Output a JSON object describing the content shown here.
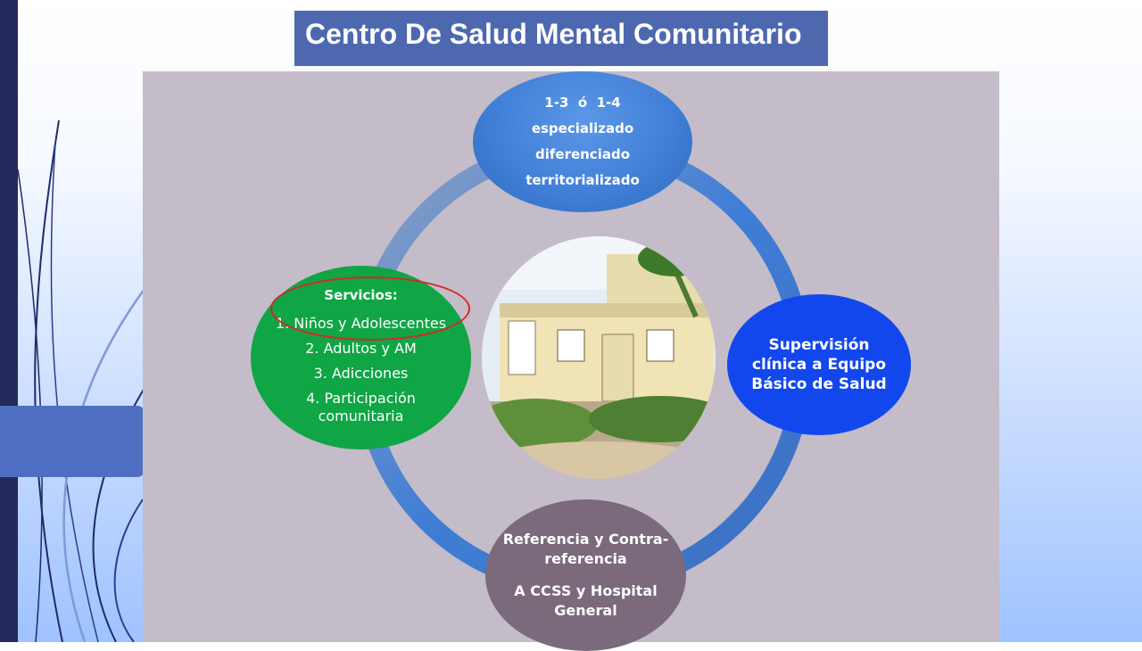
{
  "slide": {
    "title": "Centro De Salud Mental Comunitario"
  },
  "diagram": {
    "top_node": {
      "lines": [
        "1-3  ó  1-4",
        "especializado",
        "diferenciado",
        "territorializado"
      ]
    },
    "right_node": {
      "text": "Supervisión clínica a Equipo Básico de Salud"
    },
    "bottom_node": {
      "line1": "Referencia y Contra-referencia",
      "line2": "A CCSS y Hospital General"
    },
    "left_node": {
      "heading": "Servicios:",
      "items": [
        "1. Niños y Adolescentes",
        "2. Adultos y AM",
        "3. Adicciones",
        "4. Participación comunitaria"
      ]
    },
    "center": {
      "image": "photo of community mental health center building"
    }
  },
  "colors": {
    "title_bg": "#4e68b0",
    "panel_bg": "#c4bcc8",
    "top_node": "#3f7ed6",
    "right_node": "#1347ee",
    "bottom_node": "#7a6a7c",
    "left_node": "#10a545",
    "highlight": "#d62728"
  }
}
